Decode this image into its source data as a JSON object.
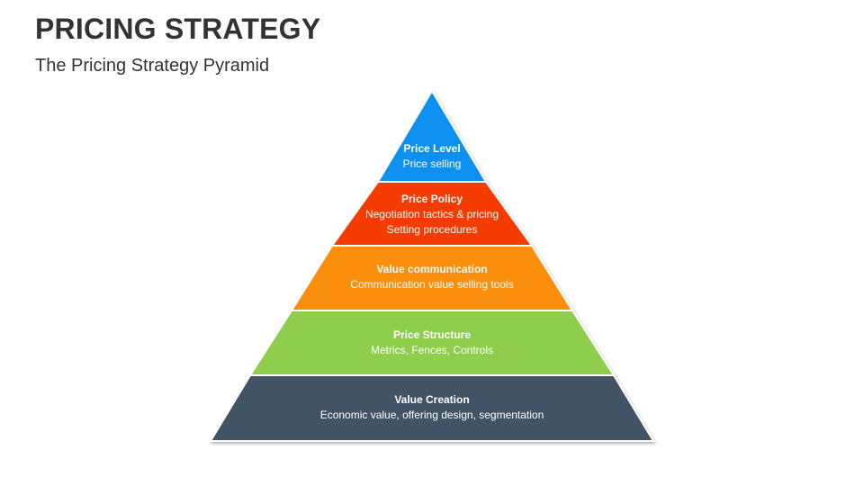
{
  "header": {
    "title": "PRICING STRATEGY",
    "subtitle": "The Pricing Strategy Pyramid"
  },
  "pyramid": {
    "tiers": [
      {
        "title": "Price Level",
        "lines": [
          "Price selling"
        ],
        "color": "#0E90F0"
      },
      {
        "title": "Price Policy",
        "lines": [
          "Negotiation tactics & pricing",
          "Setting procedures"
        ],
        "color": "#F53B06"
      },
      {
        "title": "Value communication",
        "lines": [
          "Communication value selling tools"
        ],
        "color": "#FB8E09"
      },
      {
        "title": "Price Structure",
        "lines": [
          "Metrics, Fences, Controls"
        ],
        "color": "#8FCD4D"
      },
      {
        "title": "Value Creation",
        "lines": [
          "Economic value, offering design, segmentation"
        ],
        "color": "#435366"
      }
    ]
  }
}
